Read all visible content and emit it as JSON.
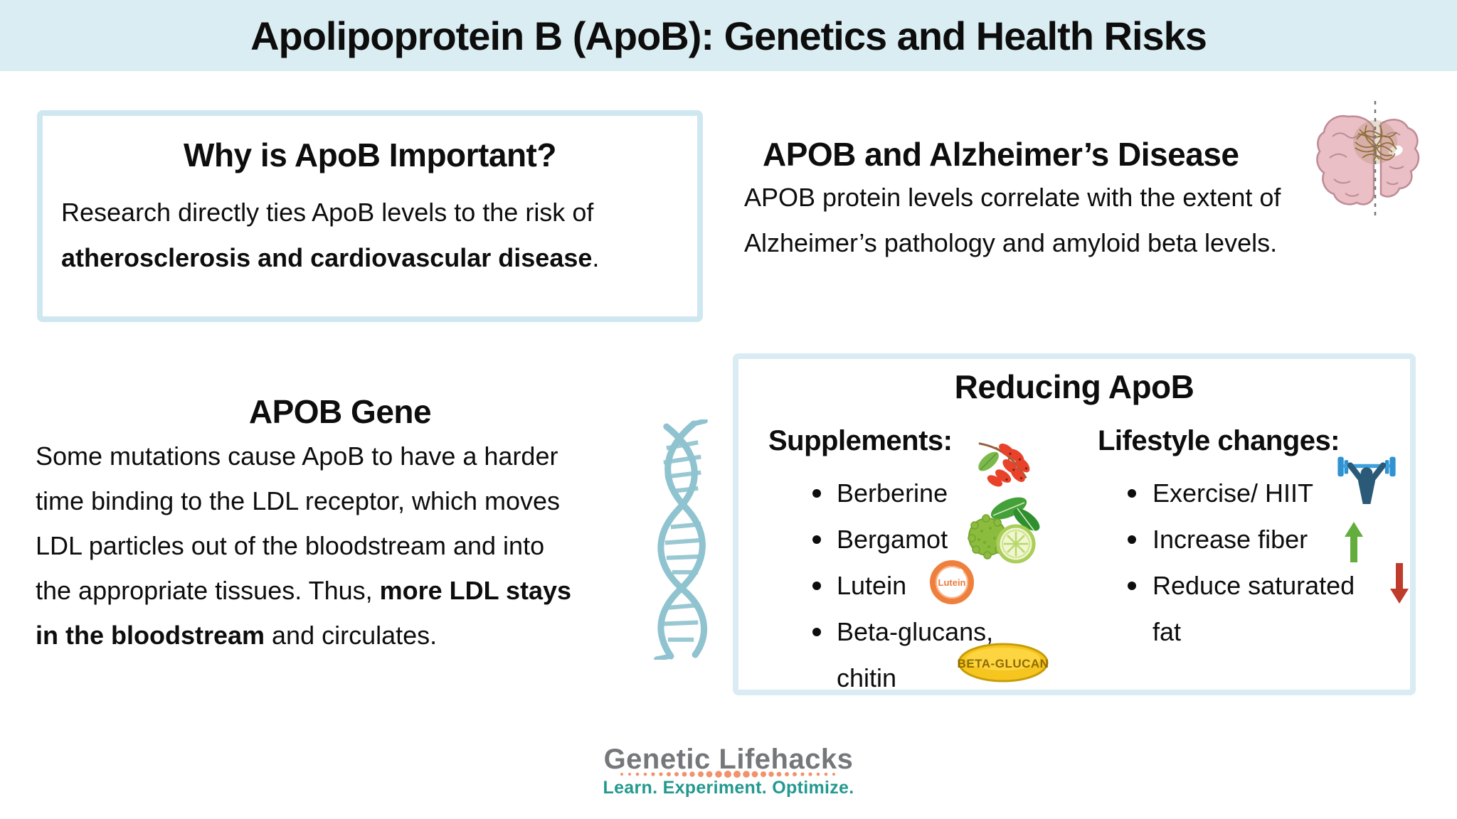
{
  "header": {
    "title": "Apolipoprotein B (ApoB): Genetics and Health Risks"
  },
  "importance_box": {
    "heading": "Why is ApoB Important?",
    "line1": "Research directly ties ApoB levels to the risk of",
    "line2_bold": "atherosclerosis and cardiovascular disease",
    "line2_tail": "."
  },
  "alzheimers": {
    "heading": "APOB and Alzheimer’s Disease",
    "line1": "APOB protein levels correlate with the extent of",
    "line2": "Alzheimer’s pathology and amyloid beta levels.",
    "icon": "brain-amyloid-plaque-icon"
  },
  "gene": {
    "heading": "APOB Gene",
    "line1": "Some mutations cause ApoB to have a harder",
    "line2": "time binding to the LDL receptor, which moves",
    "line3": "LDL particles out of the bloodstream and into",
    "line4_normal": "the appropriate tissues. Thus, ",
    "line4_bold": "more LDL stays",
    "line5_bold": "in the bloodstream",
    "line5_normal": " and circulates.",
    "icon": "dna-helix-icon"
  },
  "reducing_box": {
    "heading": "Reducing ApoB",
    "supplements": {
      "heading": "Supplements:",
      "items": [
        "Berberine",
        "Bergamot",
        "Lutein",
        "Beta-glucans,\nchitin"
      ],
      "lutein_pill_text": "Lutein",
      "beta_glucan_pill_text": "BETA-GLUCAN",
      "icons": [
        "berberine-berries-icon",
        "bergamot-fruit-icon",
        "lutein-pill-icon",
        "beta-glucan-pill-icon"
      ]
    },
    "lifestyle": {
      "heading": "Lifestyle changes:",
      "items": [
        "Exercise/ HIIT",
        "Increase fiber",
        "Reduce saturated\nfat"
      ],
      "icons": [
        "weightlifter-icon",
        "increase-arrow-icon",
        "decrease-arrow-icon"
      ]
    }
  },
  "footer": {
    "brand": "Genetic Lifehacks",
    "tagline": "Learn. Experiment. Optimize."
  },
  "colors": {
    "header_band": "#daedf2",
    "card_border": "#cfe7f0",
    "dna_blue": "#8fc3cf",
    "brain_pink": "#eabfc6",
    "plaque_brown": "#8a6a34",
    "barbell_blue": "#2f93d2",
    "body_blue": "#2b5a78",
    "arrow_green": "#63ad3c",
    "arrow_red": "#bf3b2c",
    "lutein_orange": "#ef7f3c",
    "pill_yellow": "#f6c51f",
    "brand_gray": "#76777b",
    "tagline_teal": "#23998f",
    "dots_orange": "#f2926c"
  }
}
